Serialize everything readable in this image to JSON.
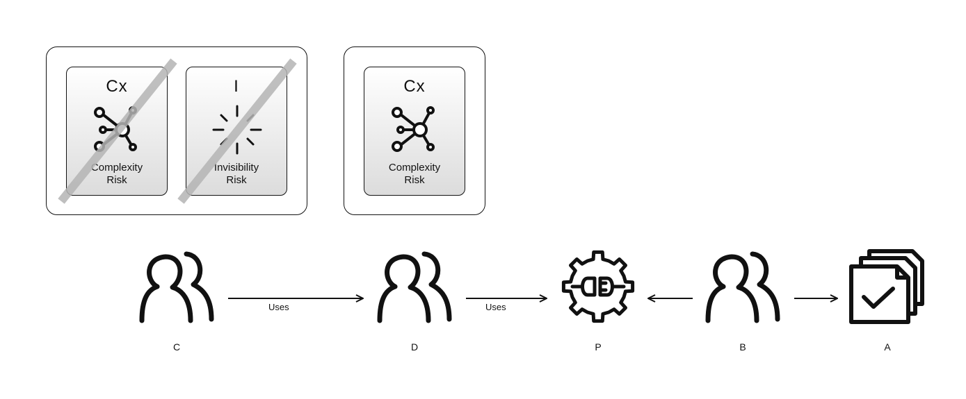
{
  "risk_groups": [
    {
      "cards": [
        {
          "code": "Cx",
          "label_line1": "Complexity",
          "label_line2": "Risk",
          "icon": "network-icon",
          "struck_out": true
        },
        {
          "code": "I",
          "label_line1": "Invisibility",
          "label_line2": "Risk",
          "icon": "burst-icon",
          "struck_out": true
        }
      ]
    },
    {
      "cards": [
        {
          "code": "Cx",
          "label_line1": "Complexity",
          "label_line2": "Risk",
          "icon": "network-icon",
          "struck_out": false
        }
      ]
    }
  ],
  "nodes": [
    {
      "id": "C",
      "label": "C",
      "icon": "users-icon"
    },
    {
      "id": "D",
      "label": "D",
      "icon": "users-icon"
    },
    {
      "id": "P",
      "label": "P",
      "icon": "gear-plug-icon"
    },
    {
      "id": "B",
      "label": "B",
      "icon": "users-icon"
    },
    {
      "id": "A",
      "label": "A",
      "icon": "documents-check-icon"
    }
  ],
  "edges": [
    {
      "from": "C",
      "to": "D",
      "label": "Uses"
    },
    {
      "from": "D",
      "to": "P",
      "label": "Uses"
    },
    {
      "from": "B",
      "to": "P",
      "label": ""
    },
    {
      "from": "B",
      "to": "A",
      "label": ""
    }
  ]
}
